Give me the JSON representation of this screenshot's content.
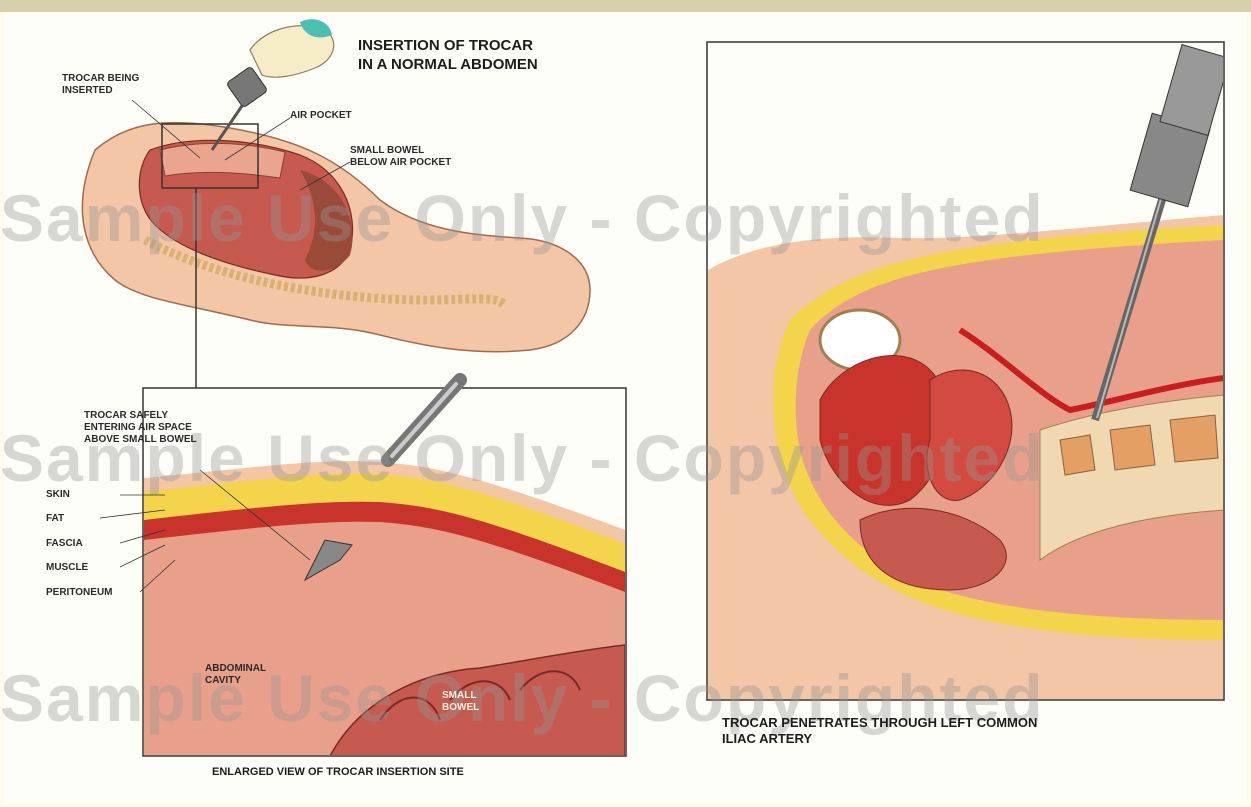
{
  "title": "INSERTION OF TROCAR\nIN A NORMAL ABDOMEN",
  "labels": {
    "trocar_being_inserted": "TROCAR BEING\nINSERTED",
    "air_pocket": "AIR POCKET",
    "small_bowel_below": "SMALL BOWEL\nBELOW AIR POCKET",
    "trocar_safely": "TROCAR SAFELY\nENTERING AIR SPACE\nABOVE SMALL BOWEL",
    "skin": "SKIN",
    "fat": "FAT",
    "fascia": "FASCIA",
    "muscle": "MUSCLE",
    "peritoneum": "PERITONEUM",
    "abdominal_cavity": "ABDOMINAL\nCAVITY",
    "small_bowel": "SMALL\nBOWEL"
  },
  "captions": {
    "enlarged": "ENLARGED VIEW OF TROCAR INSERTION SITE",
    "right": "TROCAR PENETRATES THROUGH LEFT COMMON\nILIAC ARTERY"
  },
  "watermark": "Sample Use Only - Copyrighted",
  "colors": {
    "skin": "#f3c6a5",
    "fat": "#f3d44a",
    "muscle": "#c8342b",
    "cavity": "#e8a08a",
    "bowel": "#c65a4e"
  }
}
